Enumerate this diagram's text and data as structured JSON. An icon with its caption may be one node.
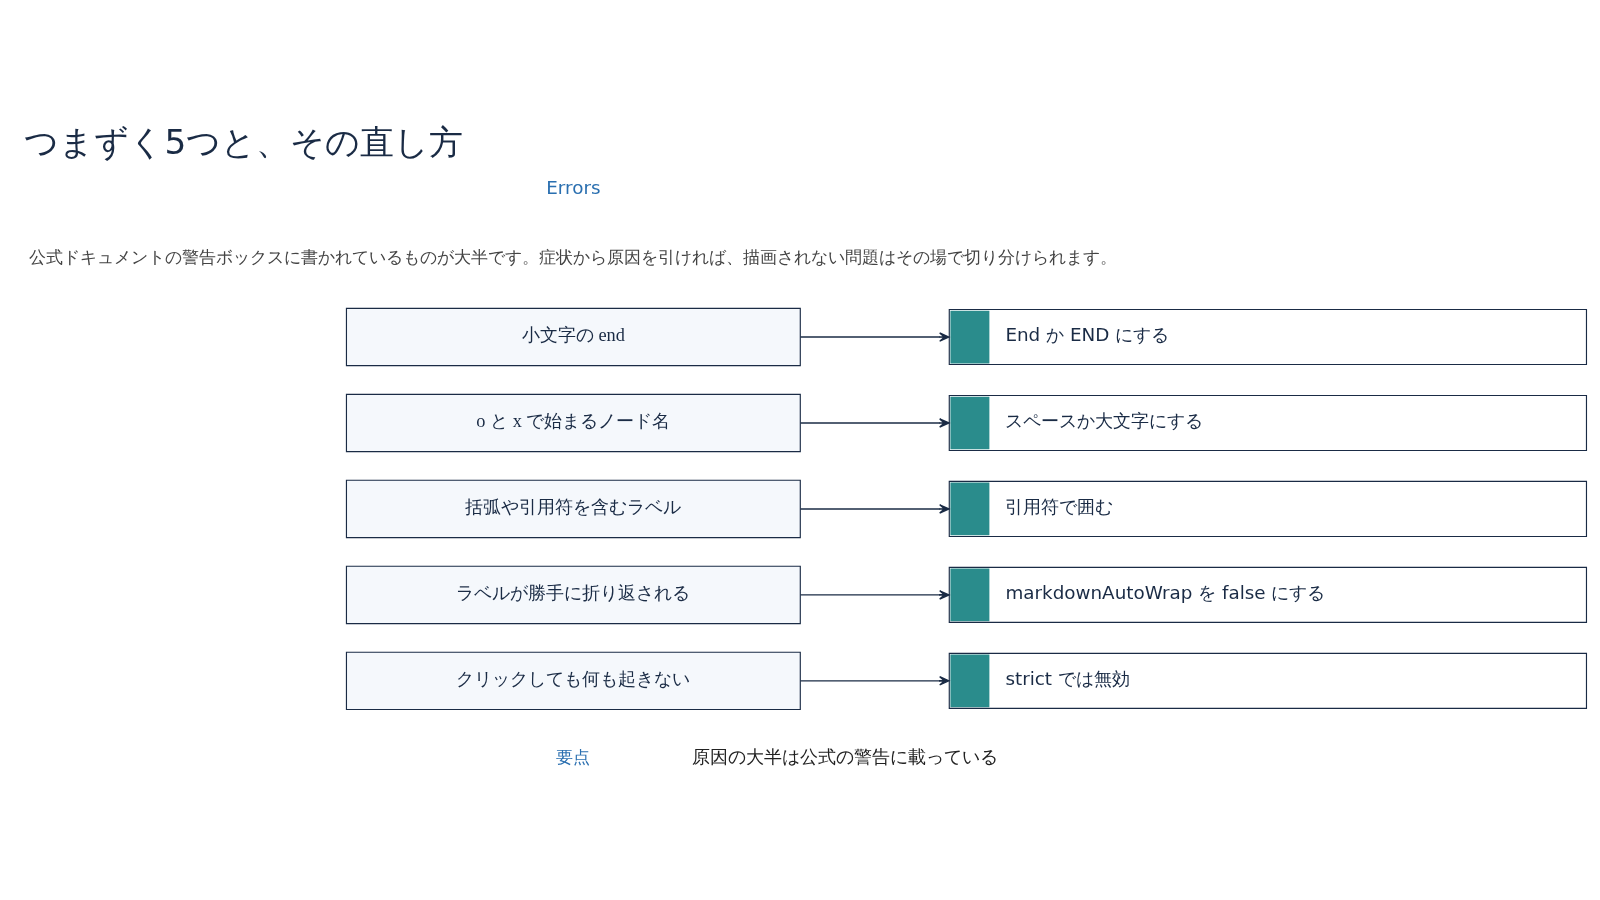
{
  "diagram": {
    "title": "つまずく5つと、その直し方",
    "nodes": [
      {
        "text": [
          "小文字の end"
        ]
      },
      {
        "text": [
          "End か END にする"
        ]
      },
      {
        "text": [
          "o と x で始まるノード名"
        ]
      },
      {
        "text": [
          "スペースか大文字にする"
        ]
      },
      {
        "text": [
          "括弧や引用符を含むラベル"
        ]
      },
      {
        "text": [
          "引用符で囲む"
        ]
      },
      {
        "text": [
          "ラベルが勝手に折り返される"
        ]
      },
      {
        "text": [
          "markdownAutoWrap を false にする"
        ]
      },
      {
        "text": [
          "クリックしても何も起きない"
        ]
      },
      {
        "text": [
          "strict では無効"
        ]
      }
    ],
    "edges": [
      {
        "from": 0,
        "to": 1,
        "arrow": "to"
      },
      {
        "from": 2,
        "to": 3,
        "arrow": "to"
      },
      {
        "from": 4,
        "to": 5,
        "arrow": "to"
      },
      {
        "from": 6,
        "to": 7,
        "arrow": "to"
      },
      {
        "from": 8,
        "to": 9,
        "arrow": "to"
      }
    ],
    "labels": [
      "Errors",
      "公式ドキュメントの警告ボックスに書かれているものが大半です。症状から原因を引ければ、描画されない問題はその場で切り分けられます。",
      "要点",
      "原因の大半は公式の警告に載っている"
    ]
  }
}
